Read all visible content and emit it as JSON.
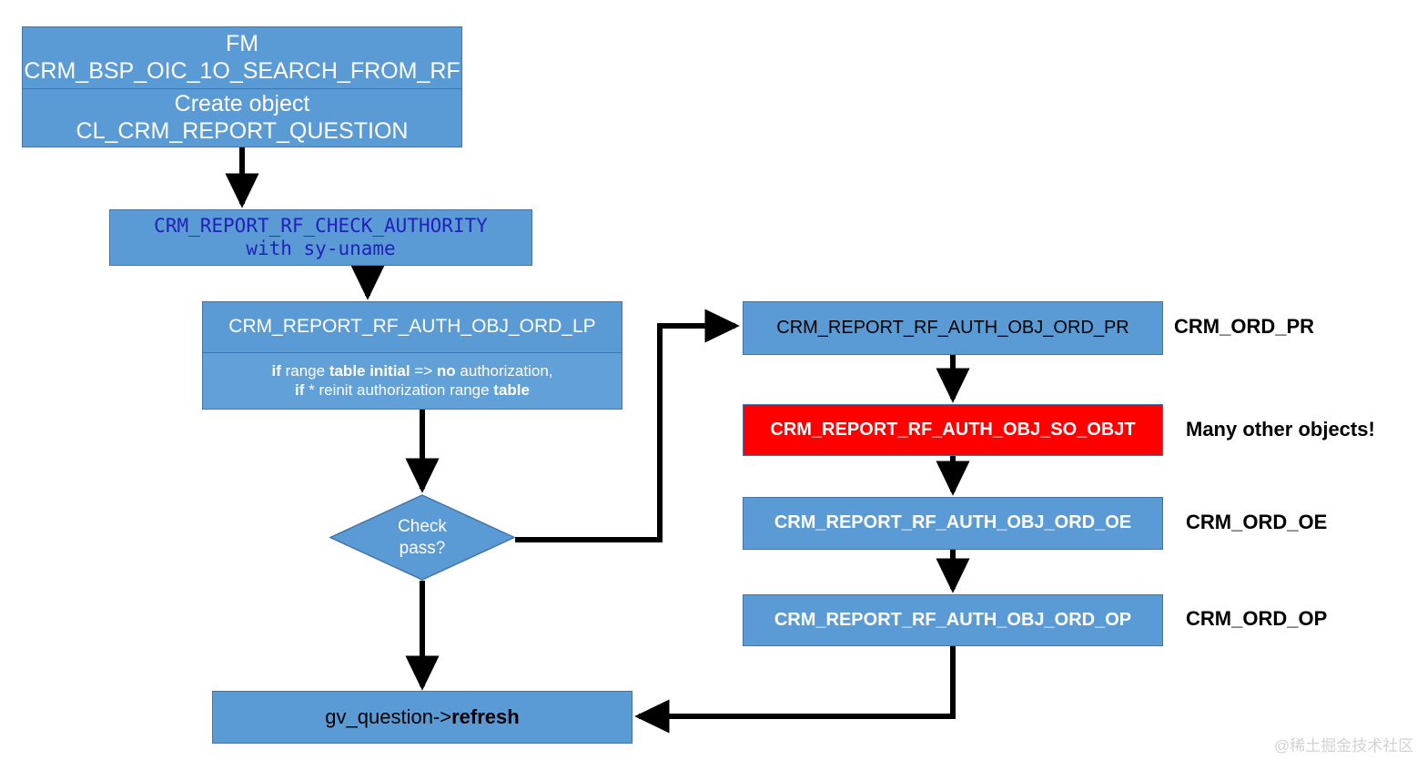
{
  "diagram": {
    "title": "CRM report authority check flow",
    "colors": {
      "box_fill": "#5B9BD5",
      "box_fill_light": "#62A0D8",
      "box_border": "#4575A8",
      "highlight_fill": "#FF0000",
      "mono_text": "#2222BB",
      "connector": "#000000",
      "watermark": "#D2D2D2"
    }
  },
  "nodes": {
    "fm_box": {
      "line1": "FM",
      "line2": "CRM_BSP_OIC_1O_SEARCH_FROM_RF",
      "line3": "Create object",
      "line4": "CL_CRM_REPORT_QUESTION"
    },
    "check_authority": {
      "line1": "CRM_REPORT_RF_CHECK_AUTHORITY",
      "line2": "with sy-uname"
    },
    "ord_lp": {
      "title": "CRM_REPORT_RF_AUTH_OBJ_ORD_LP",
      "note_line1_a": "if",
      "note_line1_b": " range ",
      "note_line1_c": "table initial",
      "note_line1_d": " => ",
      "note_line1_e": "no",
      "note_line1_f": " authorization,",
      "note_line2_a": "if",
      "note_line2_b": " * reinit authorization range ",
      "note_line2_c": "table"
    },
    "decision": {
      "line1": "Check",
      "line2": "pass?"
    },
    "ord_pr": {
      "label": "CRM_REPORT_RF_AUTH_OBJ_ORD_PR"
    },
    "so_objt": {
      "label": "CRM_REPORT_RF_AUTH_OBJ_SO_OBJT"
    },
    "ord_oe": {
      "label": "CRM_REPORT_RF_AUTH_OBJ_ORD_OE"
    },
    "ord_op": {
      "label": "CRM_REPORT_RF_AUTH_OBJ_ORD_OP"
    },
    "refresh": {
      "text_a": "gv_question->",
      "text_b": "refresh"
    }
  },
  "side_labels": {
    "pr": "CRM_ORD_PR",
    "objt": "Many other objects!",
    "oe": "CRM_ORD_OE",
    "op": "CRM_ORD_OP"
  },
  "watermark": {
    "text": "@稀土掘金技术社区"
  }
}
